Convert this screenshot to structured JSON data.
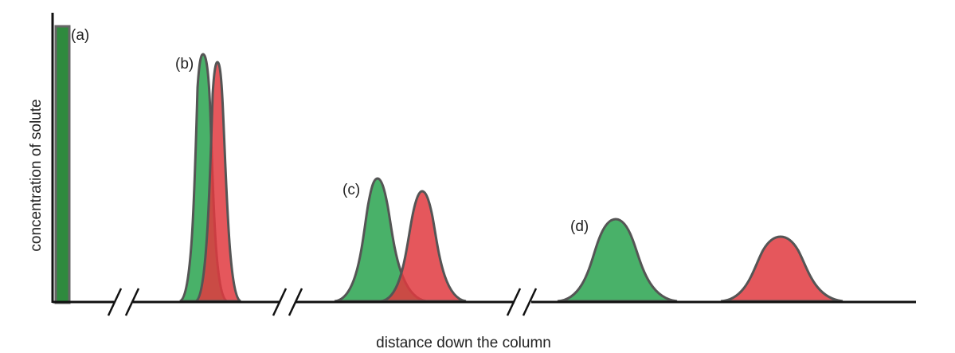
{
  "labels": {
    "a": "(a)",
    "b": "(b)",
    "c": "(c)",
    "d": "(d)"
  },
  "axes": {
    "xlabel": "distance down the column",
    "ylabel": "concentration of solute"
  },
  "colors": {
    "green": "#3aaa5c",
    "red": "#e13a3f",
    "dark_green": "#2f7a3a",
    "outline": "#555555",
    "axis": "#111111"
  },
  "stages": [
    {
      "id": "a",
      "description_visible": false,
      "peaks": [
        {
          "solute": "green",
          "shape": "narrow band at column inlet"
        }
      ]
    },
    {
      "id": "b",
      "peaks": [
        {
          "solute": "green",
          "relative_height": 0.89,
          "relative_width": "narrow"
        },
        {
          "solute": "red",
          "relative_height": 0.88,
          "relative_width": "narrow"
        }
      ]
    },
    {
      "id": "c",
      "peaks": [
        {
          "solute": "green",
          "relative_height": 0.44
        },
        {
          "solute": "red",
          "relative_height": 0.39
        }
      ]
    },
    {
      "id": "d",
      "peaks": [
        {
          "solute": "green",
          "relative_height": 0.3
        },
        {
          "solute": "red",
          "relative_height": 0.24
        }
      ]
    }
  ]
}
